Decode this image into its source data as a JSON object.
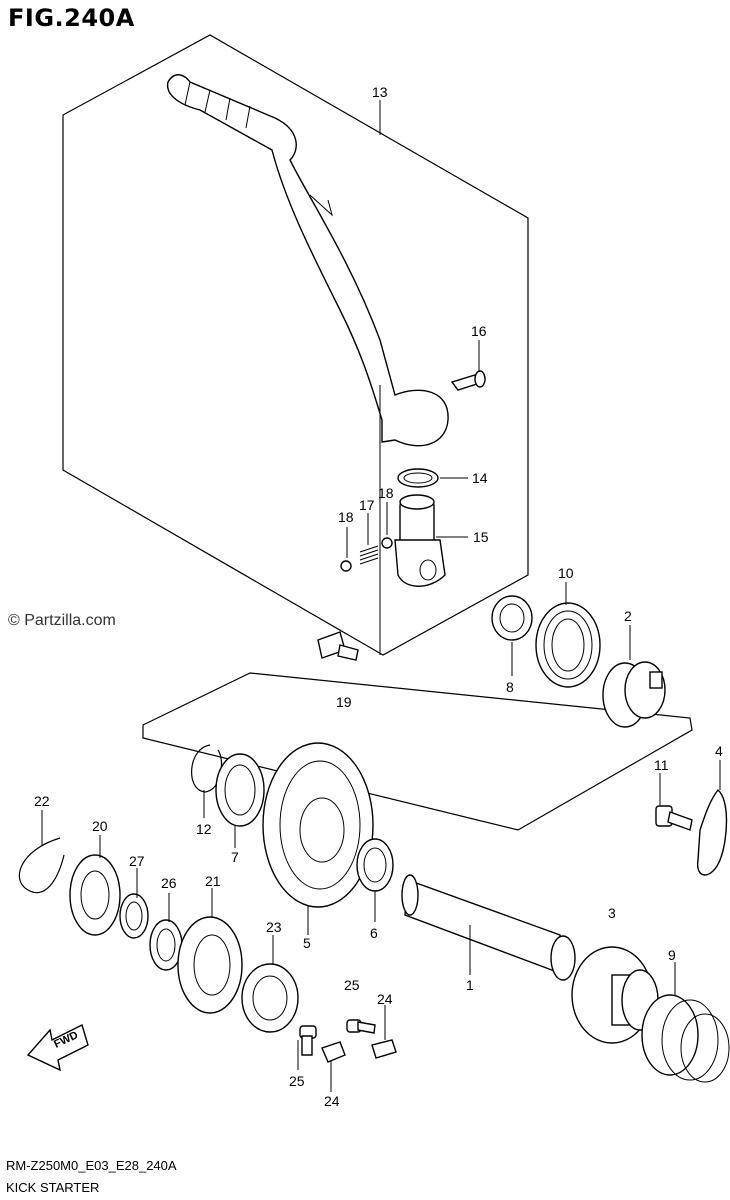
{
  "figure": {
    "title": "FIG.240A",
    "copyright": "© Partzilla.com",
    "code": "RM-Z250M0_E03_E28_240A",
    "caption": "KICK STARTER",
    "fwd_label": "FWD"
  },
  "callouts": [
    "13",
    "16",
    "14",
    "18",
    "17",
    "18",
    "15",
    "10",
    "2",
    "8",
    "19",
    "11",
    "4",
    "22",
    "20",
    "12",
    "7",
    "27",
    "26",
    "21",
    "5",
    "6",
    "3",
    "23",
    "1",
    "9",
    "25",
    "24",
    "25",
    "24"
  ]
}
